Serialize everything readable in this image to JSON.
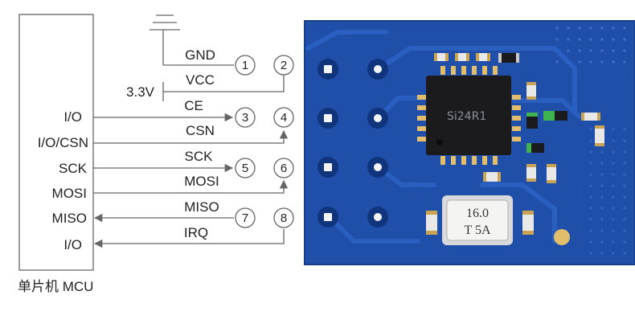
{
  "mcu": {
    "caption": "单片机 MCU",
    "pins": [
      "I/O",
      "I/O/CSN",
      "SCK",
      "MOSI",
      "MISO",
      "I/O"
    ]
  },
  "power": {
    "supply_label": "3.3V"
  },
  "signals": [
    "GND",
    "VCC",
    "CE",
    "CSN",
    "SCK",
    "MOSI",
    "MISO",
    "IRQ"
  ],
  "module_pins": [
    "1",
    "2",
    "3",
    "4",
    "5",
    "6",
    "7",
    "8"
  ],
  "module": {
    "chip_label": "Si24R1",
    "crystal_line1": "16.0",
    "crystal_line2": "T 5A"
  },
  "colors": {
    "pcb_blue": "#1f4fa8",
    "pcb_edge": "#163d86",
    "trace_blue": "#2b61c4",
    "pad_gold": "#e2bd6a",
    "chip_black": "#1b1b1e",
    "wire": "#666666"
  }
}
